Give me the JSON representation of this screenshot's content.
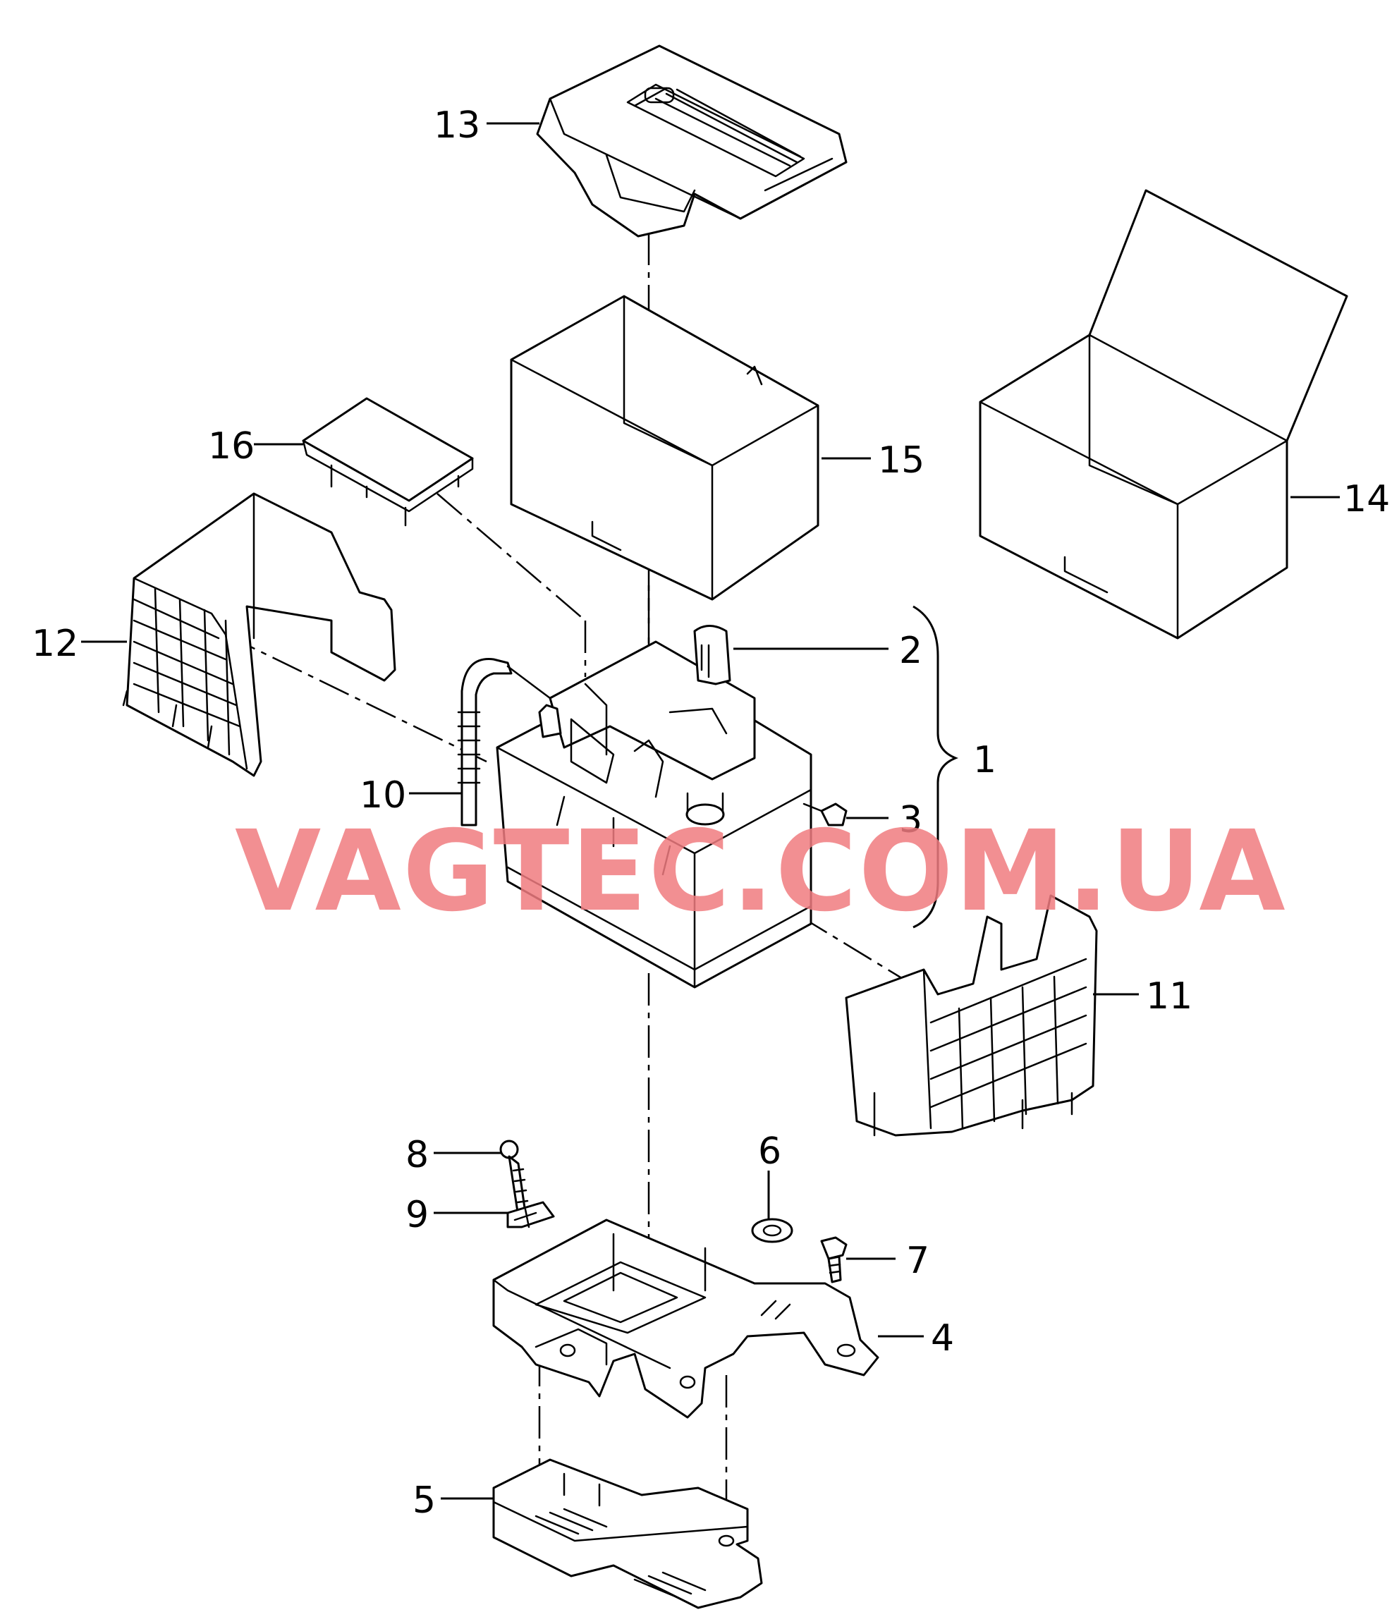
{
  "watermark": "VAGTEC.COM.UA",
  "watermark_color": "#f07c80",
  "callouts": {
    "c1": "1",
    "c2": "2",
    "c3": "3",
    "c4": "4",
    "c5": "5",
    "c6": "6",
    "c7": "7",
    "c8": "8",
    "c9": "9",
    "c10": "10",
    "c11": "11",
    "c12": "12",
    "c13": "13",
    "c14": "14",
    "c15": "15",
    "c16": "16"
  }
}
